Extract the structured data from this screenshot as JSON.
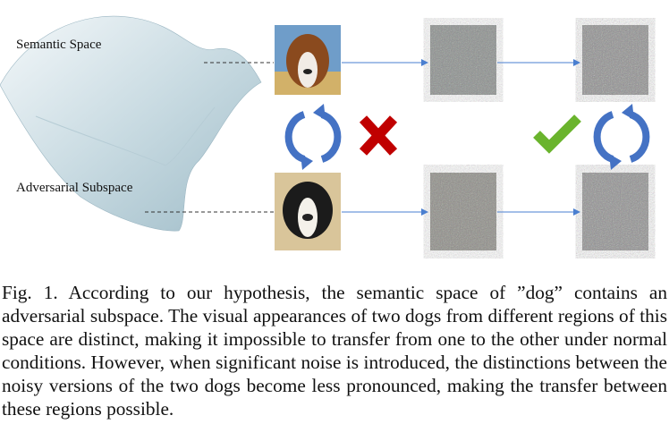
{
  "figure": {
    "labels": {
      "semantic_space": "Semantic Space",
      "adversarial_subspace": "Adversarial Subspace"
    },
    "icons": {
      "cycle_color": "#4472c4",
      "cross_color": "#c00000",
      "check_color": "#6ab42d",
      "arrow_color": "#4a7fd0"
    },
    "caption": "Fig. 1.  According to our hypothesis, the semantic space of ”dog” contains an adversarial subspace. The visual appearances of two dogs from different regions of this space are distinct, making it impossible to transfer from one to the other under normal conditions. However, when significant noise is introduced, the distinctions between the noisy versions of the two dogs become less pronounced, making the transfer between these regions possible."
  }
}
